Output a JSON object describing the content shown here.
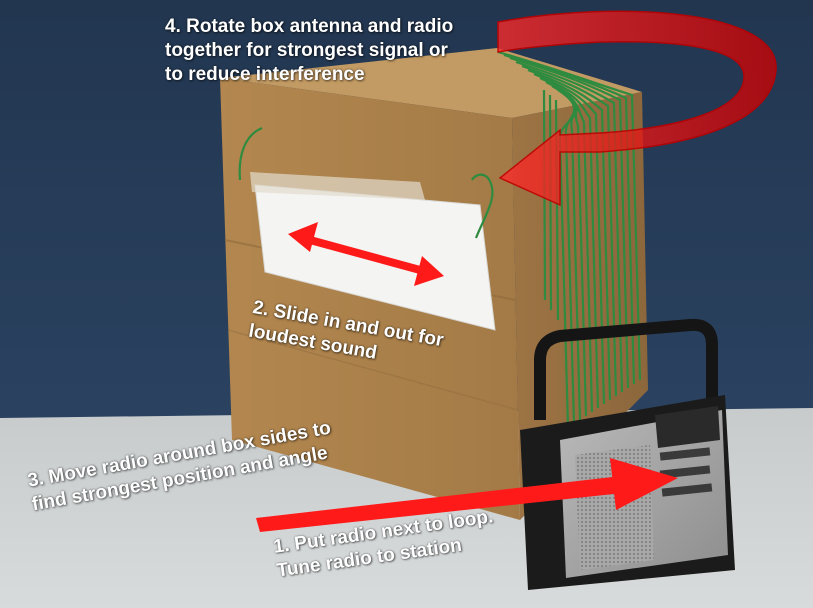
{
  "captions": {
    "step4": [
      "4. Rotate box antenna and radio",
      "together for strongest signal or",
      "to reduce interference"
    ],
    "step2": [
      "2. Slide in and out for",
      "loudest sound"
    ],
    "step3": [
      "3. Move radio around box sides to",
      "find strongest position and angle"
    ],
    "step1": [
      "1. Put radio next to loop.",
      "Tune radio to station"
    ]
  },
  "colors": {
    "wall": "#24384f",
    "table": "#cdd1d1",
    "cardboard": "#b98c55",
    "wire": "#2e8b3f",
    "arrow": "#ff1a1a",
    "text": "#ffffff"
  }
}
